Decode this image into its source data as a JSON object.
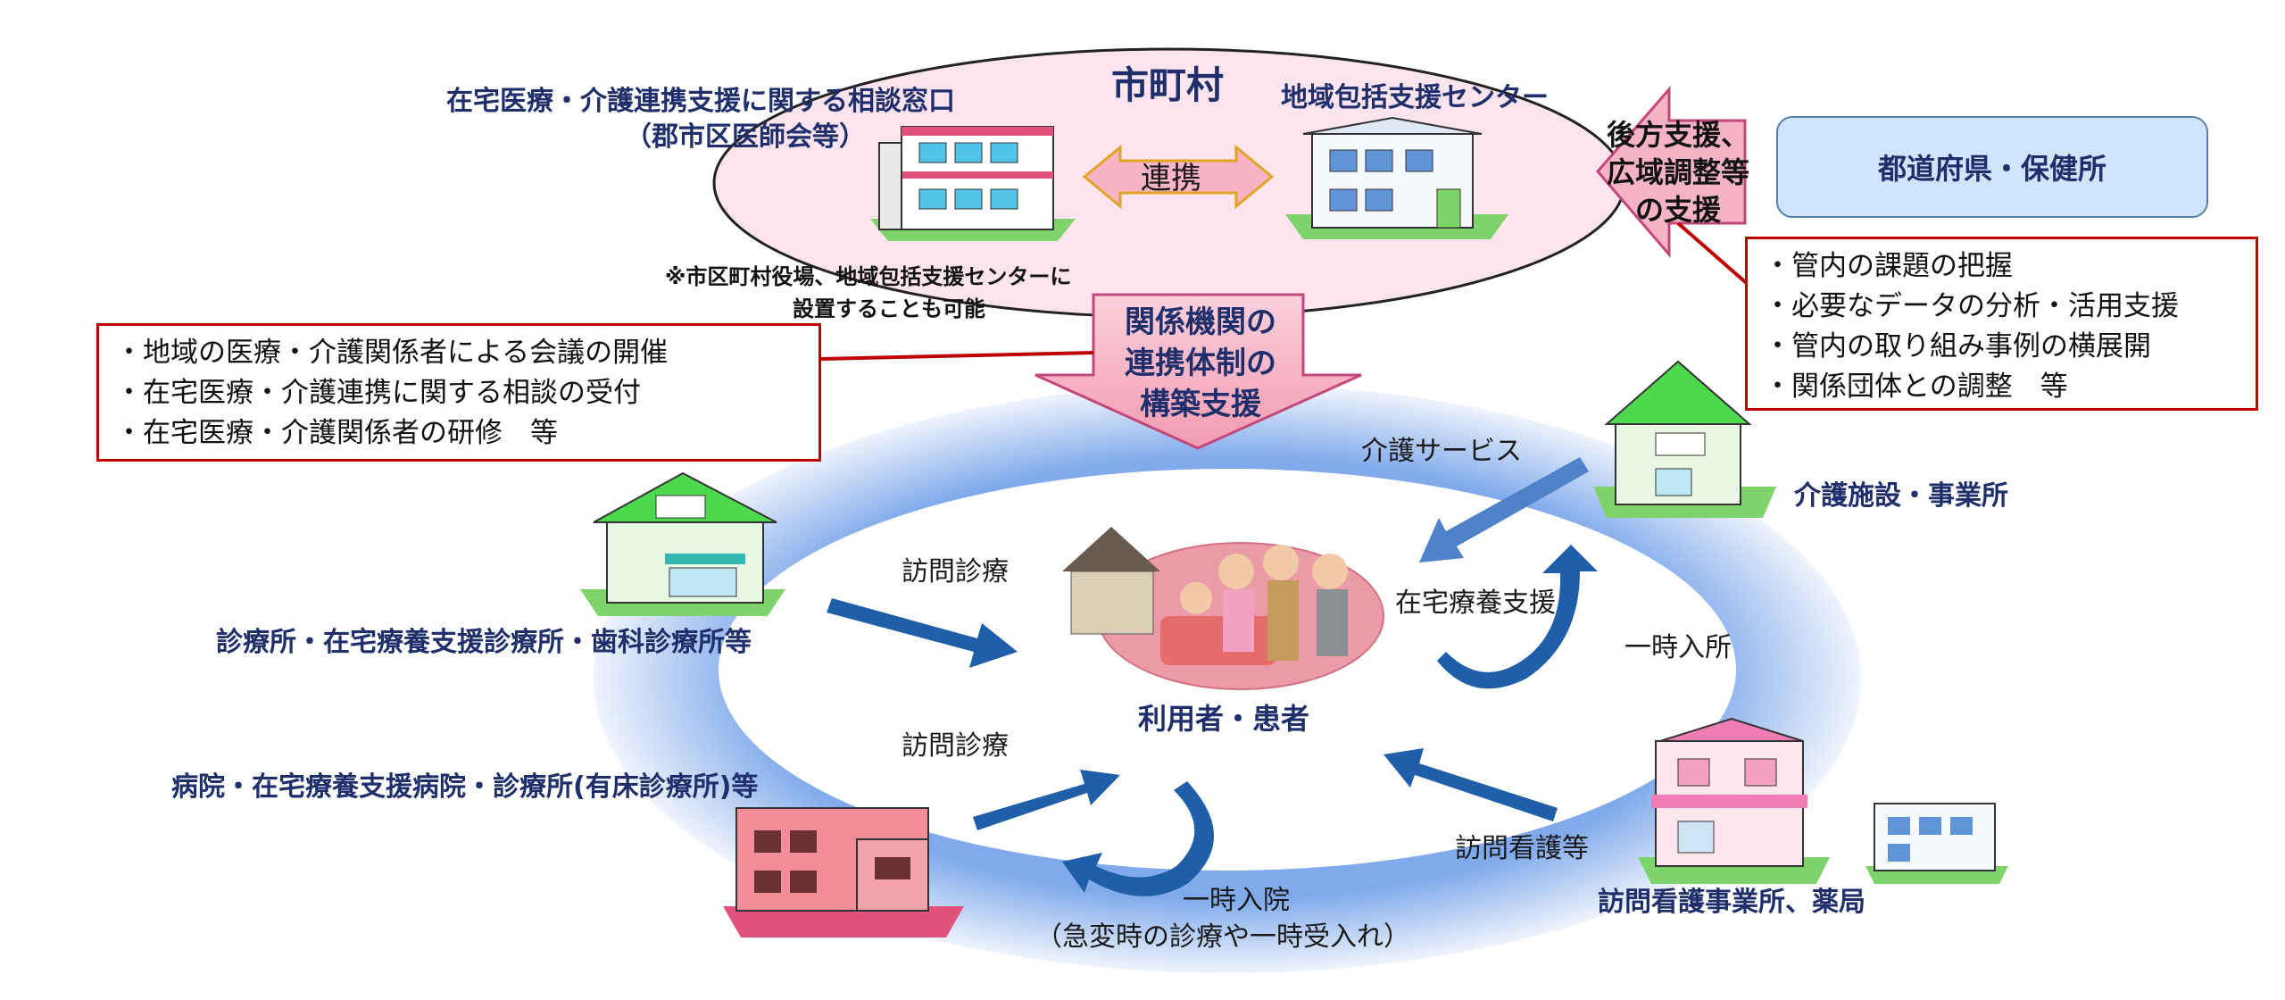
{
  "municipality": {
    "title": "市町村",
    "consult_window_line1": "在宅医療・介護連携支援に関する相談窓口",
    "consult_window_line2": "（郡市区医師会等）",
    "center": "地域包括支援センター",
    "link_label": "連携",
    "note_line1": "※市区町村役場、地域包括支援センターに",
    "note_line2": "設置することも可能"
  },
  "prefecture": {
    "title": "都道府県・保健所",
    "support_line1": "後方支援、",
    "support_line2": "広域調整等",
    "support_line3": "の支援",
    "tasks": [
      "・管内の課題の把握",
      "・必要なデータの分析・活用支援",
      "・管内の取り組み事例の横展開",
      "・関係団体との調整　等"
    ]
  },
  "build_support": {
    "line1": "関係機関の",
    "line2": "連携体制の",
    "line3": "構築支援"
  },
  "municipal_tasks": [
    "・地域の医療・介護関係者による会議の開催",
    "・在宅医療・介護連携に関する相談の受付",
    "・在宅医療・介護関係者の研修　等"
  ],
  "center_label": "利用者・患者",
  "facilities": {
    "clinic": "診療所・在宅療養支援診療所・歯科診療所等",
    "hospital": "病院・在宅療養支援病院・診療所(有床診療所)等",
    "care_facility": "介護施設・事業所",
    "nursing": "訪問看護事業所、薬局"
  },
  "flows": {
    "visit_medical_1": "訪問診療",
    "visit_medical_2": "訪問診療",
    "care_service": "介護サービス",
    "home_care_support": "在宅療養支援",
    "temp_admission": "一時入所",
    "visit_nursing": "訪問看護等",
    "temp_hospital_line1": "一時入院",
    "temp_hospital_line2": "（急変時の診療や一時受入れ）"
  },
  "colors": {
    "navy": "#1f2f6b",
    "pink": "#f4a6b8",
    "red_border": "#c00000",
    "blue_ring": "#6f9fe8",
    "arrow_blue": "#1f5ea8"
  }
}
